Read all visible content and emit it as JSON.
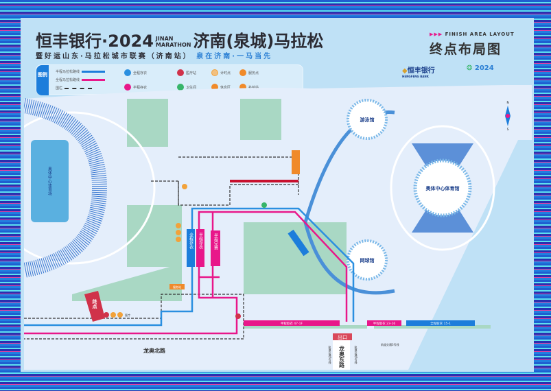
{
  "header": {
    "title_left": "恒丰银行·2024",
    "title_en_1": "JINAN",
    "title_en_2": "MARATHON",
    "title_right": "济南(泉城)马拉松",
    "subtitle": "暨好运山东·马拉松城市联赛（济南站）",
    "slogan": "泉在济南·一马当先",
    "finish_en": "FINISH AREA LAYOUT",
    "finish_cn": "终点布局图",
    "bank_logo": "恒丰银行",
    "bank_logo_en": "HENGFENG BANK",
    "event_logo": "2024"
  },
  "legend": {
    "tag": "图例",
    "lines": [
      {
        "label": "半程马拉松路线",
        "color": "#1c7ddb"
      },
      {
        "label": "全程马拉松路线",
        "color": "#e8178a"
      },
      {
        "label": "围栏",
        "color": "#333333"
      }
    ],
    "icons": [
      {
        "label": "全程存衣",
        "color": "#2a8fe0",
        "icon": "bag-icon"
      },
      {
        "label": "半程存衣",
        "color": "#e8178a",
        "icon": "bag-icon"
      },
      {
        "label": "医疗站",
        "color": "#d0324a",
        "icon": "medical-cross-icon"
      },
      {
        "label": "卫生间",
        "color": "#36b56a",
        "icon": "toilet-icon"
      },
      {
        "label": "计时点",
        "color": "#f2a23a",
        "icon": "clock-icon"
      },
      {
        "label": "休息区",
        "color": "#f08a2a",
        "icon": "rest-icon"
      },
      {
        "label": "服务点",
        "color": "#f08a2a",
        "icon": "service-icon"
      },
      {
        "label": "补给站",
        "color": "#f08a2a",
        "icon": "supply-icon"
      }
    ]
  },
  "map": {
    "stadium": "奥体中心体育场",
    "gym": "奥体中心体育馆",
    "swim": "游泳馆",
    "tennis": "网球馆",
    "road_north": "龙奥北路",
    "road_east": "龙奥东路",
    "finish": "终点",
    "exit": "出口",
    "full_bag": "全程存衣",
    "half_bag": "半程存衣",
    "half_finish": "半程完赛",
    "service_orange": "服务站",
    "pickup_1": "半程取衣 47-1F",
    "pickup_2": "半程取衣 23-16",
    "pickup_3": "全程取衣 15-1",
    "metro_1": "轨道交通3号线",
    "metro_2": "轨道交通3号线",
    "metro_3": "轨道交通3号线",
    "medical_note": "医疗",
    "compass_n": "N",
    "compass_s": "S"
  }
}
